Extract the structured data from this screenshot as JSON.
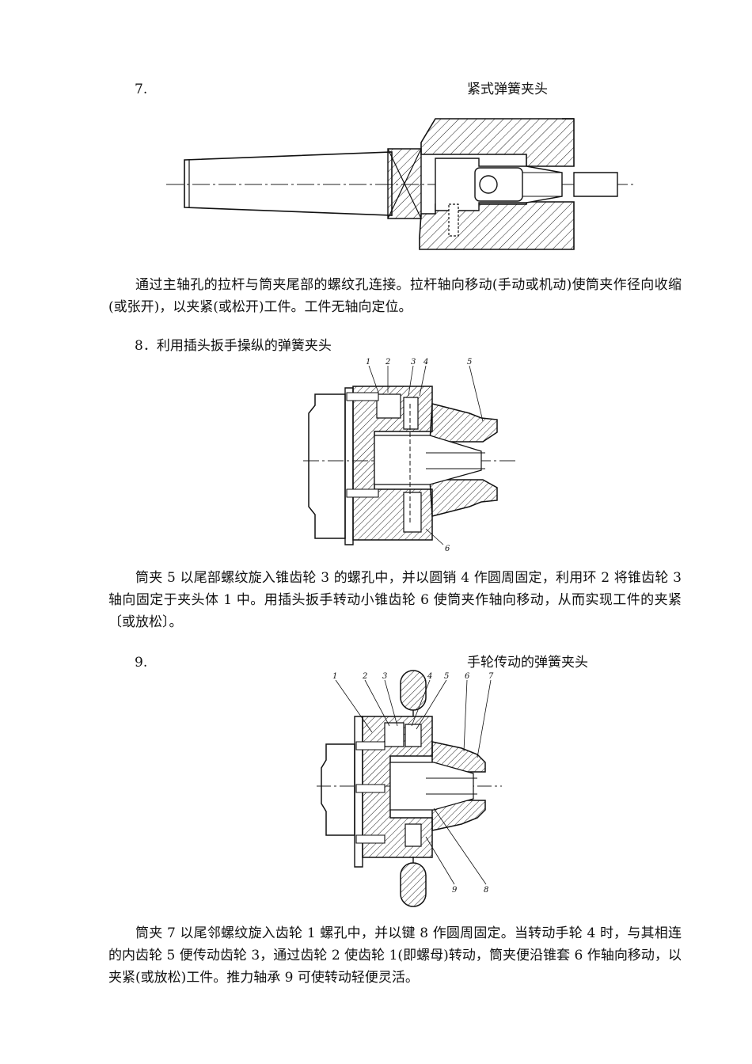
{
  "sections": [
    {
      "number": "7.",
      "title": "紧式弹簧夹头",
      "description": "通过主轴孔的拉杆与筒夹尾部的螺纹孔连接。拉杆轴向移动(手动或机动)使筒夹作径向收缩(或张开)，以夹紧(或松开)工件。工件无轴向定位。"
    },
    {
      "heading": "8．利用插头扳手操纵的弹簧夹头",
      "labels": [
        "1",
        "2",
        "3",
        "4",
        "5",
        "6"
      ],
      "description": "筒夹 5 以尾部螺纹旋入锥齿轮 3 的螺孔中，并以圆销 4 作圆周固定，利用环 2 将锥齿轮 3 轴向固定于夹头体 1 中。用插头扳手转动小锥齿轮 6 使筒夹作轴向移动，从而实现工件的夹紧〔或放松〕。"
    },
    {
      "number": "9.",
      "title": "手轮传动的弹簧夹头",
      "labels": [
        "1",
        "2",
        "3",
        "4",
        "5",
        "6",
        "7",
        "8",
        "9"
      ],
      "description": "筒夹 7 以尾邻螺纹旋入齿轮 1 螺孔中，并以键 8 作圆周固定。当转动手轮 4 时，与其相连的内齿轮 5 便传动齿轮 3，通过齿轮 2 使齿轮 1(即螺母)转动，筒夹便沿锥套 6 作轴向移动，以夹紧(或放松)工件。推力轴承 9 可使转动轻便灵活。"
    }
  ]
}
